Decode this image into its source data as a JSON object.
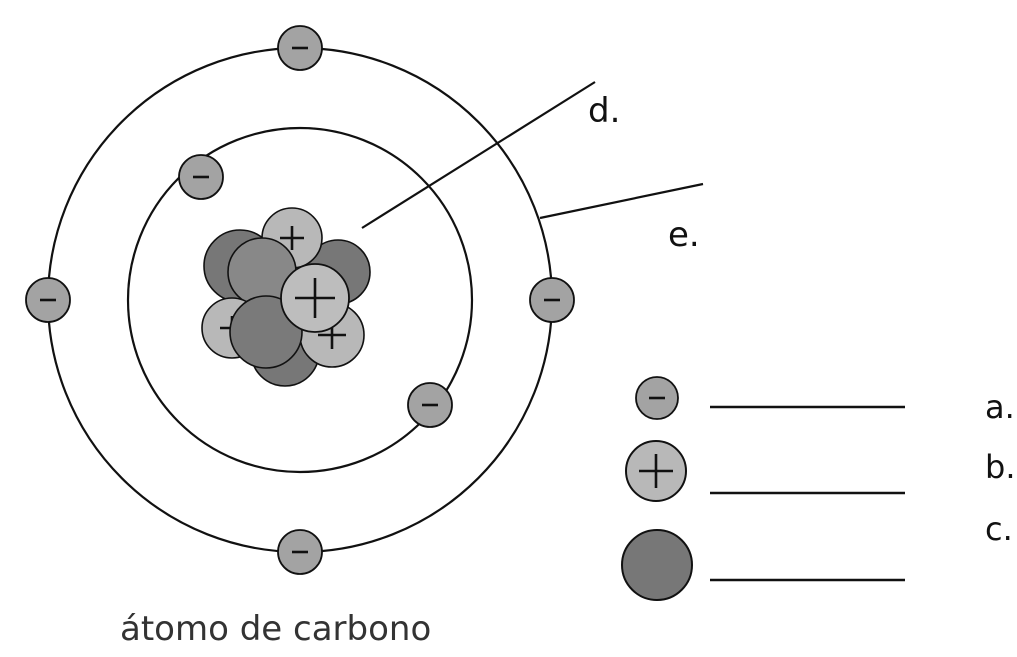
{
  "caption": "átomo de carbono",
  "labels": {
    "a": "a.",
    "b": "b.",
    "c": "c.",
    "d": "d.",
    "e": "e."
  },
  "colors": {
    "electron": "#a3a3a3",
    "proton": "#b8b8b8",
    "neutron": "#777777",
    "outline": "#111111"
  }
}
